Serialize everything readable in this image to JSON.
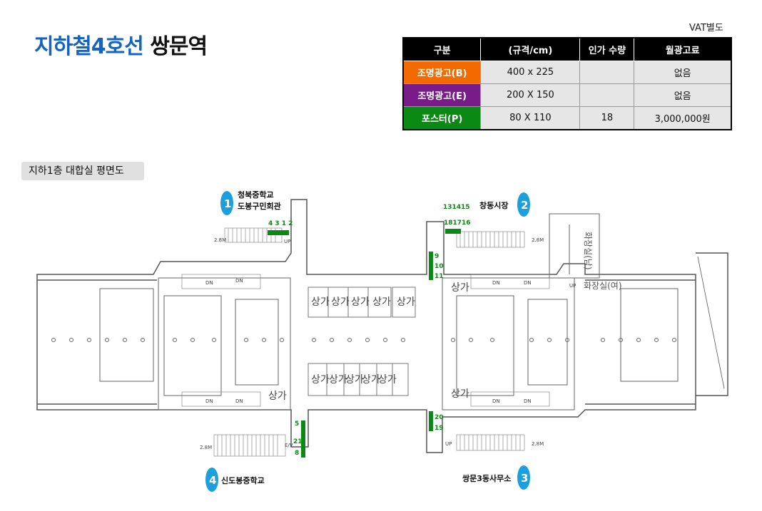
{
  "page": {
    "title_line": "지하철4호선",
    "title_station": "쌍문역",
    "vat_note": "VAT별도"
  },
  "price_table": {
    "headers": [
      "구분",
      "(규격/cm)",
      "인가 수량",
      "월광고료"
    ],
    "rows": [
      {
        "category": "조명광고(B)",
        "size": "400 x 225",
        "qty": "",
        "fee": "없음",
        "color": "#f26a00"
      },
      {
        "category": "조명광고(E)",
        "size": "200 X 150",
        "qty": "",
        "fee": "없음",
        "color": "#7a1b8a"
      },
      {
        "category": "포스터(P)",
        "size": "80 X 110",
        "qty": "18",
        "fee": "3,000,000원",
        "color": "#0a8a14"
      }
    ]
  },
  "floor_plan": {
    "label": "지하1층 대합실 평면도",
    "exits": [
      {
        "num": "1",
        "name_line1": "청북중학교",
        "name_line2": "도봉구민회관"
      },
      {
        "num": "2",
        "name_line1": "창동시장",
        "name_line2": ""
      },
      {
        "num": "3",
        "name_line1": "쌍문3동사무소",
        "name_line2": ""
      },
      {
        "num": "4",
        "name_line1": "신도봉중학교",
        "name_line2": ""
      }
    ],
    "ad_numbers": {
      "exit1": "4 3 1 2",
      "exit2_top": "131415",
      "exit2_bottom": "181716",
      "center_top": [
        "9",
        "10",
        "11"
      ],
      "center_bottom": [
        "20",
        "19"
      ],
      "left_bottom": [
        "5",
        "21",
        "8"
      ]
    },
    "shop_label": "상가",
    "restroom_men": "화장실(남)",
    "restroom_women": "화장실(여)",
    "stair_labels": {
      "up": "UP",
      "dn": "DN",
      "ev": "E/V"
    },
    "heights": "2.8M"
  },
  "colors": {
    "title_blue": "#1565c0",
    "exit_badge": "#1ca0dd",
    "ad_green": "#0a8a14"
  }
}
